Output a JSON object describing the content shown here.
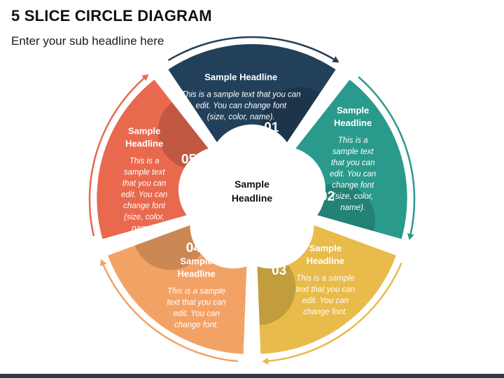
{
  "header": {
    "title": "5 SLICE CIRCLE DIAGRAM",
    "subtitle": "Enter your sub headline here"
  },
  "center": {
    "line1": "Sample",
    "line2": "Headline"
  },
  "slices": [
    {
      "number": "01",
      "color": "#22405a",
      "headline": [
        "Sample Headline"
      ],
      "text": [
        "This is a sample text that you can",
        "edit. You can change font",
        "(size, color, name)."
      ]
    },
    {
      "number": "02",
      "color": "#2a9a8c",
      "headline": [
        "Sample",
        "Headline"
      ],
      "text": [
        "This is a",
        "sample text",
        "that you can",
        "edit. You can",
        "change font",
        "(size, color,",
        "name)."
      ]
    },
    {
      "number": "03",
      "color": "#e8bb4a",
      "headline": [
        "Sample",
        "Headline"
      ],
      "text": [
        "This is a sample",
        "text that you can",
        "edit. You can",
        "change font."
      ]
    },
    {
      "number": "04",
      "color": "#f3a265",
      "headline": [
        "Sample",
        "Headline"
      ],
      "text": [
        "This is a sample",
        "text that you can",
        "edit. You can",
        "change font."
      ]
    },
    {
      "number": "05",
      "color": "#e8694e",
      "headline": [
        "Sample",
        "Headline"
      ],
      "text": [
        "This is a",
        "sample text",
        "that you can",
        "edit. You can",
        "change font",
        "(size, color,",
        "name)."
      ]
    }
  ],
  "arc_colors": [
    "#22405a",
    "#2a9a8c",
    "#e8bb4a",
    "#f3a265",
    "#e8694e"
  ]
}
